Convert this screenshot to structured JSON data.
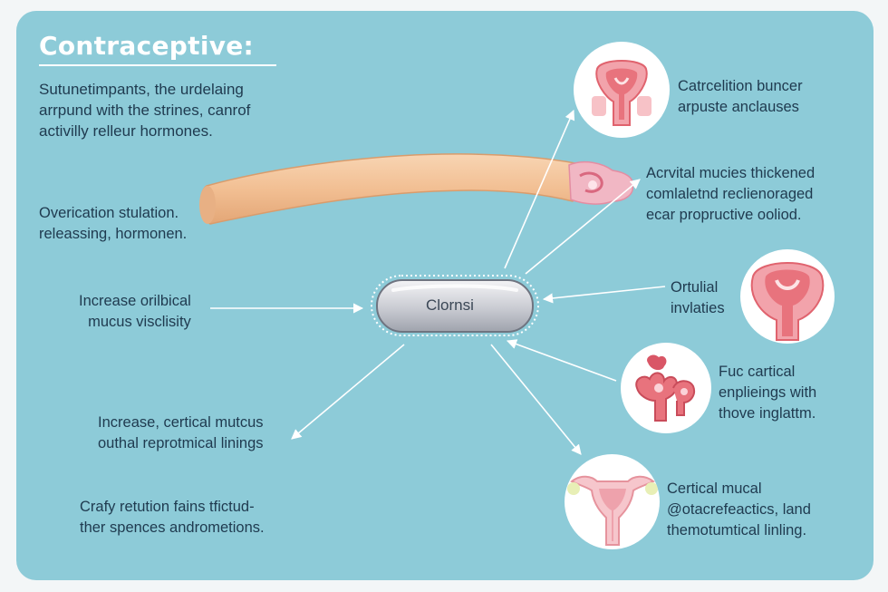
{
  "title": "Contraceptive:",
  "intro": "Sutunetimpants, the urdelaing\narrpund with the strines, canrof\nactivilly relleur hormones.",
  "pill_label": "Clornsi",
  "left_labels": [
    "Overication stulation.\nreleassing, hormonen.",
    "Increase orilbical\nmucus visclisity",
    "Increase, certical mutcus\nouthal reprotmical linings",
    "Crafy retution fains tfictud-\nther spences andrometions."
  ],
  "right_labels": [
    "Catrcelition buncer\narpuste anclauses",
    "Acrvital mucies thickened\ncomlaletnd reclienoraged\necar propructive ooliod.",
    "Ortulial\ninvlaties",
    "Fuc cartical\nenplieings with\nthove inglattm.",
    "Certical mucal\n@otacrefeactics, land\nthemotumtical linling."
  ],
  "icons": [
    "cervix-cross-section-icon",
    "uterus-cross-section-icon",
    "cervical-tissue-icon",
    "uterus-icon"
  ],
  "colors": {
    "background": "#8dcbd8",
    "text": "#1f3a4f",
    "arrow": "#ffffff",
    "tissue": "#e8737d",
    "tube": "#f4c49c"
  }
}
